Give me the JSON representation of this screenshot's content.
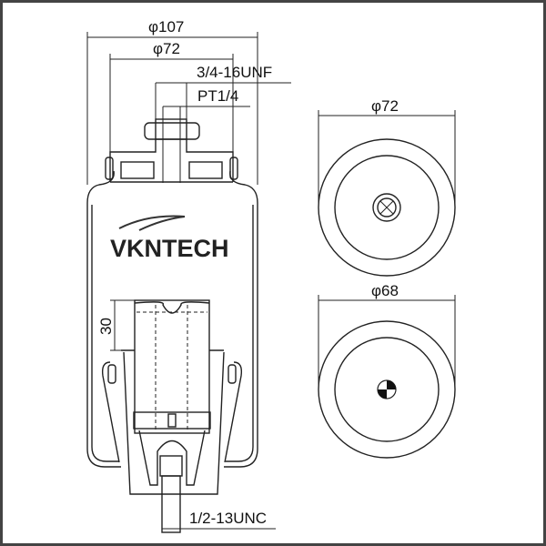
{
  "side_view": {
    "dim_outer_diameter": "φ107",
    "dim_top_plate_diameter": "φ72",
    "dim_top_thread": "3/4-16UNF",
    "dim_air_port": "PT1/4",
    "dim_piston_height": "30",
    "dim_bottom_thread": "1/2-13UNC",
    "logo_text": "VKNTECH"
  },
  "top_view": {
    "dim_diameter": "φ72"
  },
  "bottom_view": {
    "dim_diameter": "φ68"
  }
}
